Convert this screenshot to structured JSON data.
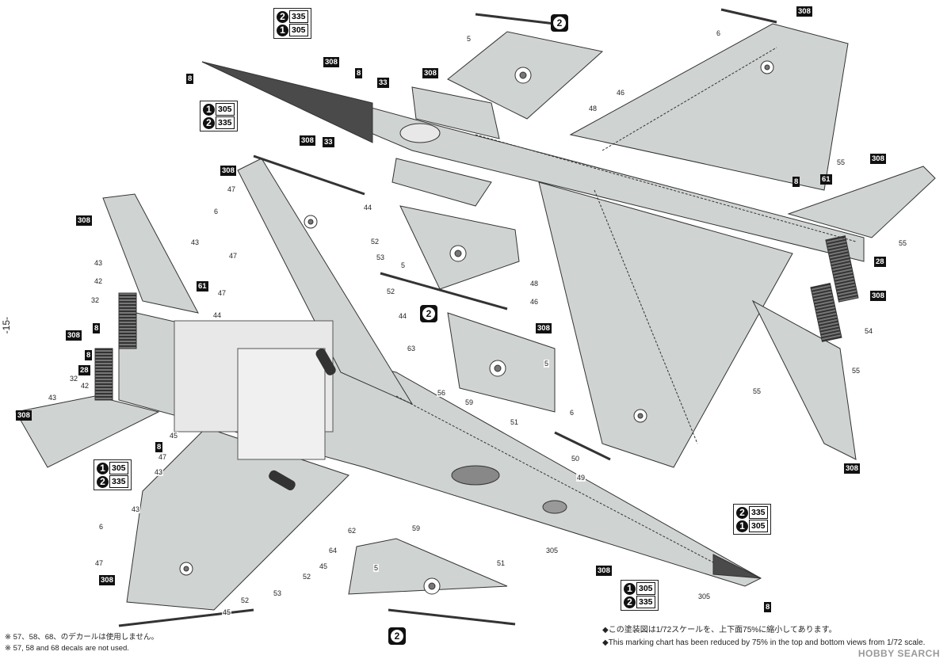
{
  "page_number": "-15-",
  "variant_badges": [
    "2",
    "2",
    "2"
  ],
  "callouts": {
    "nose_top_1": [
      {
        "badge": "2",
        "code": "335"
      },
      {
        "badge": "1",
        "code": "305"
      }
    ],
    "nose_top_2": [
      {
        "badge": "1",
        "code": "305"
      },
      {
        "badge": "2",
        "code": "335"
      }
    ],
    "left_mid": [
      {
        "badge": "1",
        "code": "305"
      },
      {
        "badge": "2",
        "code": "335"
      }
    ],
    "right_nose": [
      {
        "badge": "2",
        "code": "335"
      },
      {
        "badge": "1",
        "code": "305"
      }
    ],
    "bottom_nose": [
      {
        "badge": "1",
        "code": "305"
      },
      {
        "badge": "2",
        "code": "335"
      }
    ]
  },
  "tags": {
    "t308": "308",
    "t8": "8",
    "t33": "33",
    "t61": "61",
    "t28": "28"
  },
  "numbers": [
    "5",
    "6",
    "42",
    "43",
    "44",
    "45",
    "46",
    "47",
    "48",
    "49",
    "50",
    "51",
    "52",
    "53",
    "54",
    "55",
    "56",
    "59",
    "62",
    "63",
    "64",
    "305",
    "32"
  ],
  "notes": {
    "jp": "※ 57、58、68、のデカールは使用しません。",
    "en": "※ 57, 58 and 68 decals are not used.",
    "scale_jp": "◆この塗装図は1/72スケールを、上下面75%に縮小してあります。",
    "scale_en": "◆This marking chart has been reduced by 75% in the top and bottom views from 1/72 scale."
  },
  "watermark": "HOBBY SEARCH",
  "colors": {
    "panel": "#cfd3d1",
    "dark": "#4a4a4a",
    "line": "#333333"
  }
}
